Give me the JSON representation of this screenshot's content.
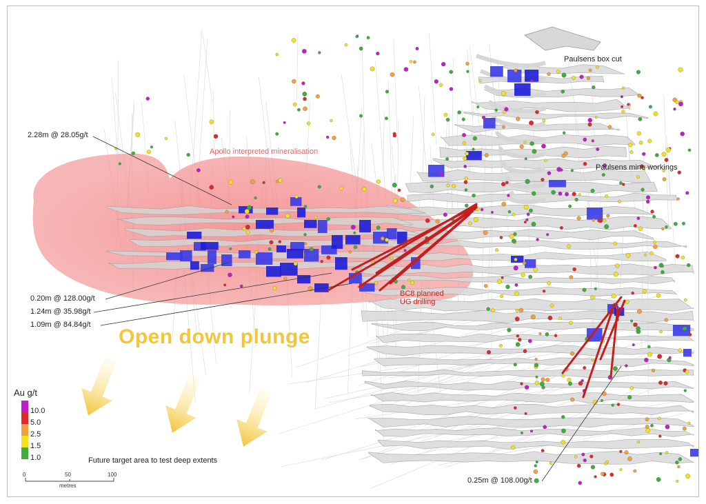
{
  "labels": {
    "box_cut": "Paulsens box cut",
    "mine_workings": "Paulsens mine workings",
    "apollo": "Apollo interpreted mineralisation",
    "bc8_line1": "BC8 planned",
    "bc8_line2": "UG drilling",
    "future_target": "Future target area to test deep extents",
    "headline": "Open down plunge"
  },
  "intercepts": [
    {
      "text": "2.28m @ 28.05g/t"
    },
    {
      "text": "0.20m @ 128.00g/t"
    },
    {
      "text": "1.24m @ 35.98g/t"
    },
    {
      "text": "1.09m @ 84.84g/t"
    },
    {
      "text": "0.25m @ 108.00g/t"
    }
  ],
  "legend": {
    "title": "Au g/t",
    "items": [
      {
        "value": "10.0",
        "color": "#c01ec8"
      },
      {
        "value": "5.0",
        "color": "#e02a2a"
      },
      {
        "value": "2.5",
        "color": "#f0a040"
      },
      {
        "value": "1.5",
        "color": "#f2e21c"
      },
      {
        "value": "1.0",
        "color": "#3dae3d"
      }
    ]
  },
  "scale": {
    "ticks": [
      "0",
      "50",
      "100"
    ],
    "unit": "metres"
  }
}
